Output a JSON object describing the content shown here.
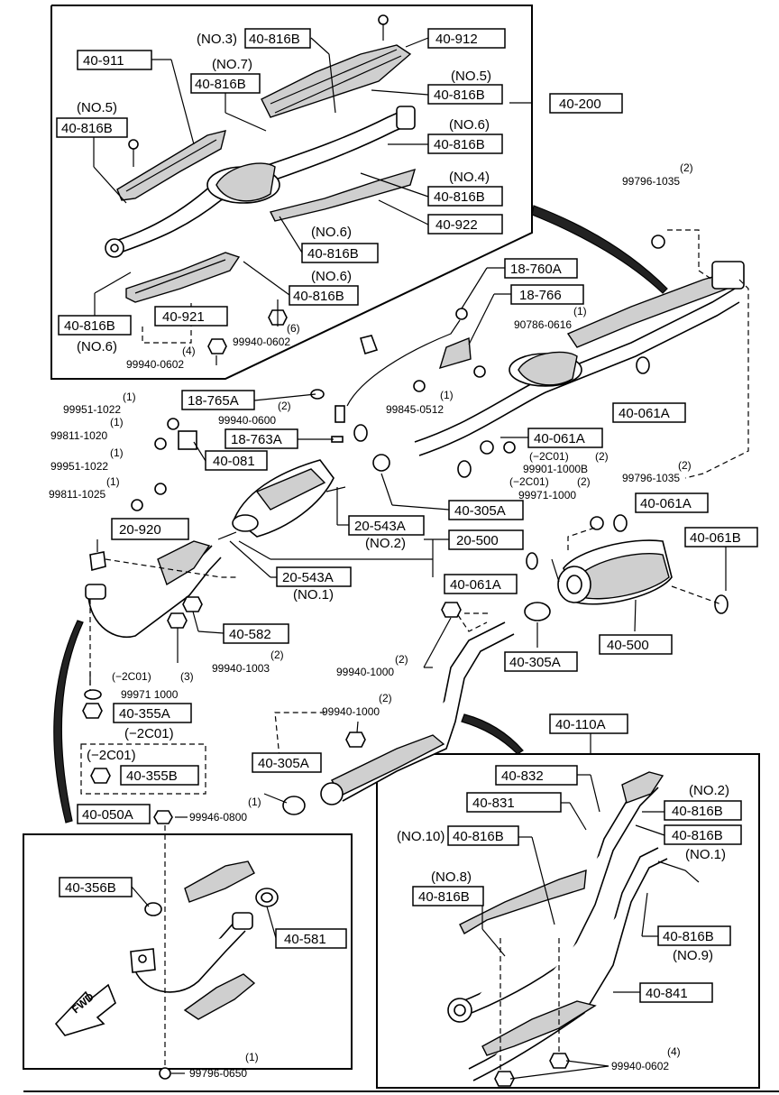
{
  "callouts": [
    {
      "id": "c01",
      "num": "(NO.3)",
      "part": "40-816B"
    },
    {
      "id": "c02",
      "part": "40-912"
    },
    {
      "id": "c03",
      "part": "40-911"
    },
    {
      "id": "c04",
      "num": "(NO.7)",
      "part": "40-816B"
    },
    {
      "id": "c05",
      "num": "(NO.5)",
      "part": "40-816B"
    },
    {
      "id": "c06",
      "part": "40-200"
    },
    {
      "id": "c07",
      "num": "(NO.5)",
      "part": "40-816B"
    },
    {
      "id": "c08",
      "num": "(NO.6)",
      "part": "40-816B"
    },
    {
      "id": "c09",
      "num": "(NO.4)",
      "part": "40-816B"
    },
    {
      "id": "c10",
      "part": "40-922"
    },
    {
      "id": "c11",
      "num": "(NO.6)",
      "part": "40-816B"
    },
    {
      "id": "c12",
      "num": "(NO.6)",
      "part": "40-816B"
    },
    {
      "id": "c13",
      "part": "40-921"
    },
    {
      "id": "c14",
      "num": "(NO.6)",
      "part": "40-816B"
    },
    {
      "id": "c15",
      "part": "18-760A"
    },
    {
      "id": "c16",
      "part": "18-766"
    },
    {
      "id": "c17",
      "part": "18-765A"
    },
    {
      "id": "c18",
      "part": "18-763A"
    },
    {
      "id": "c19",
      "part": "40-081"
    },
    {
      "id": "c20",
      "part": "40-061A"
    },
    {
      "id": "c21",
      "part": "40-061A"
    },
    {
      "id": "c22",
      "part": "40-305A"
    },
    {
      "id": "c23",
      "part": "20-543A",
      "num": "(NO.2)"
    },
    {
      "id": "c24",
      "part": "20-500"
    },
    {
      "id": "c25",
      "part": "20-920"
    },
    {
      "id": "c26",
      "part": "20-543A",
      "num": "(NO.1)"
    },
    {
      "id": "c27",
      "part": "40-061A"
    },
    {
      "id": "c28",
      "part": "40-061B"
    },
    {
      "id": "c29",
      "part": "40-061A"
    },
    {
      "id": "c30",
      "part": "40-582"
    },
    {
      "id": "c31",
      "part": "40-305A"
    },
    {
      "id": "c32",
      "part": "40-500"
    },
    {
      "id": "c33",
      "part": "40-355A"
    },
    {
      "id": "c34",
      "part": "40-355B"
    },
    {
      "id": "c35",
      "part": "40-110A"
    },
    {
      "id": "c36",
      "part": "40-305A"
    },
    {
      "id": "c37",
      "part": "40-832"
    },
    {
      "id": "c38",
      "part": "40-831"
    },
    {
      "id": "c39",
      "num": "(NO.2)",
      "part": "40-816B"
    },
    {
      "id": "c40",
      "num": "(NO.1)",
      "part": "40-816B"
    },
    {
      "id": "c41",
      "num": "(NO.10)",
      "part": "40-816B"
    },
    {
      "id": "c42",
      "num": "(NO.8)",
      "part": "40-816B"
    },
    {
      "id": "c43",
      "part": "40-050A"
    },
    {
      "id": "c44",
      "part": "40-356B"
    },
    {
      "id": "c45",
      "part": "40-581"
    },
    {
      "id": "c46",
      "num": "(NO.9)",
      "part": "40-816B"
    },
    {
      "id": "c47",
      "part": "40-841"
    }
  ],
  "fasteners": [
    {
      "id": "f01",
      "qty": "(2)",
      "part": "99796-1035"
    },
    {
      "id": "f02",
      "qty": "(6)",
      "part": "99940-0602"
    },
    {
      "id": "f03",
      "qty": "(4)",
      "part": "99940-0602"
    },
    {
      "id": "f04",
      "qty": "(1)",
      "part": "90786-0616"
    },
    {
      "id": "f05",
      "qty": "(1)",
      "part": "99845-0512"
    },
    {
      "id": "f06",
      "qty": "(2)",
      "part": "99940-0600"
    },
    {
      "id": "f07",
      "qty": "(1)",
      "part": "99951-1022"
    },
    {
      "id": "f08",
      "qty": "(1)",
      "part": "99811-1020"
    },
    {
      "id": "f09",
      "qty": "(1)",
      "part": "99951-1022"
    },
    {
      "id": "f10",
      "qty": "(1)",
      "part": "99811-1025"
    },
    {
      "id": "f11",
      "code": "(−2C01)",
      "qty": "(2)",
      "part": "99901-1000B"
    },
    {
      "id": "f12",
      "code": "(−2C01)",
      "qty": "(2)",
      "part": "99971-1000"
    },
    {
      "id": "f13",
      "qty": "(2)",
      "part": "99796-1035"
    },
    {
      "id": "f14",
      "qty": "(2)",
      "part": "99940-1003"
    },
    {
      "id": "f15",
      "code": "(−2C01)",
      "qty": "(3)",
      "part": "99971 1000"
    },
    {
      "id": "f16",
      "qty": "(2)",
      "part": "99940-1000"
    },
    {
      "id": "f17",
      "qty": "(2)",
      "part": "99940-1000"
    },
    {
      "id": "f18",
      "qty": "(1)",
      "part": "99946-0800"
    },
    {
      "id": "f19",
      "qty": "(4)",
      "part": "99940-0602"
    },
    {
      "id": "f20",
      "qty": "(1)",
      "part": "99796-0650"
    }
  ],
  "codes": {
    "k1": "(−2C01)",
    "k2": "(−2C01)"
  },
  "fwd_arrow": "FWD",
  "colors": {
    "ink": "#000000",
    "paper": "#ffffff",
    "shade": "#cfcfcf"
  }
}
